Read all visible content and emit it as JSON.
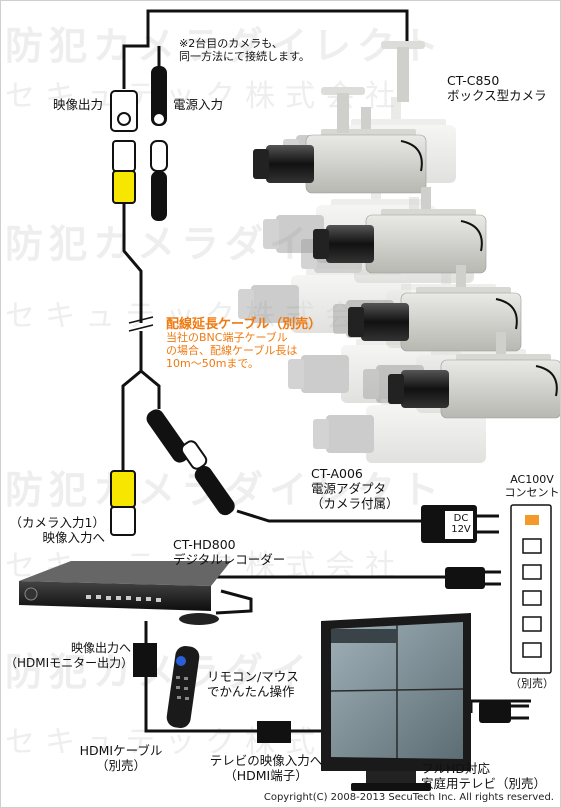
{
  "watermark": {
    "brand": "防犯カメラダイレクト",
    "company": "セキュテック株式会社"
  },
  "note_second_camera": [
    "※2台目のカメラも、",
    "同一方法にて接続します。"
  ],
  "video_out": "映像出力",
  "power_in": "電源入力",
  "camera": {
    "model": "CT-C850",
    "type": "ボックス型カメラ"
  },
  "extension_cable": {
    "title": "配線延長ケーブル（別売）",
    "lines": [
      "当社のBNC端子ケーブル",
      "の場合、配線ケーブル長は",
      "10m～50mまで。"
    ]
  },
  "adapter": {
    "model": "CT-A006",
    "name": "電源アダプタ",
    "note": "（カメラ付属）"
  },
  "adapter_plate": [
    "DC",
    "12V"
  ],
  "outlet": {
    "voltage": "AC100V",
    "name": "コンセント",
    "note": "（別売）"
  },
  "camera_input": [
    "（カメラ入力1）",
    "映像入力へ"
  ],
  "recorder": {
    "model": "CT-HD800",
    "name": "デジタルレコーダー"
  },
  "video_out_hdmi": [
    "映像出力へ",
    "（HDMIモニター出力）"
  ],
  "remote": [
    "リモコン/マウス",
    "でかんたん操作"
  ],
  "hdmi_cable": {
    "name": "HDMIケーブル",
    "note": "（別売）"
  },
  "tv_input": {
    "name": "テレビの映像入力へ",
    "note": "（HDMI端子）"
  },
  "tv": {
    "name1": "フルHD対応",
    "name2": "家庭用テレビ（別売）"
  },
  "copyright": "Copyright(C) 2008-2013 SecuTech Inc. All rights reserved."
}
